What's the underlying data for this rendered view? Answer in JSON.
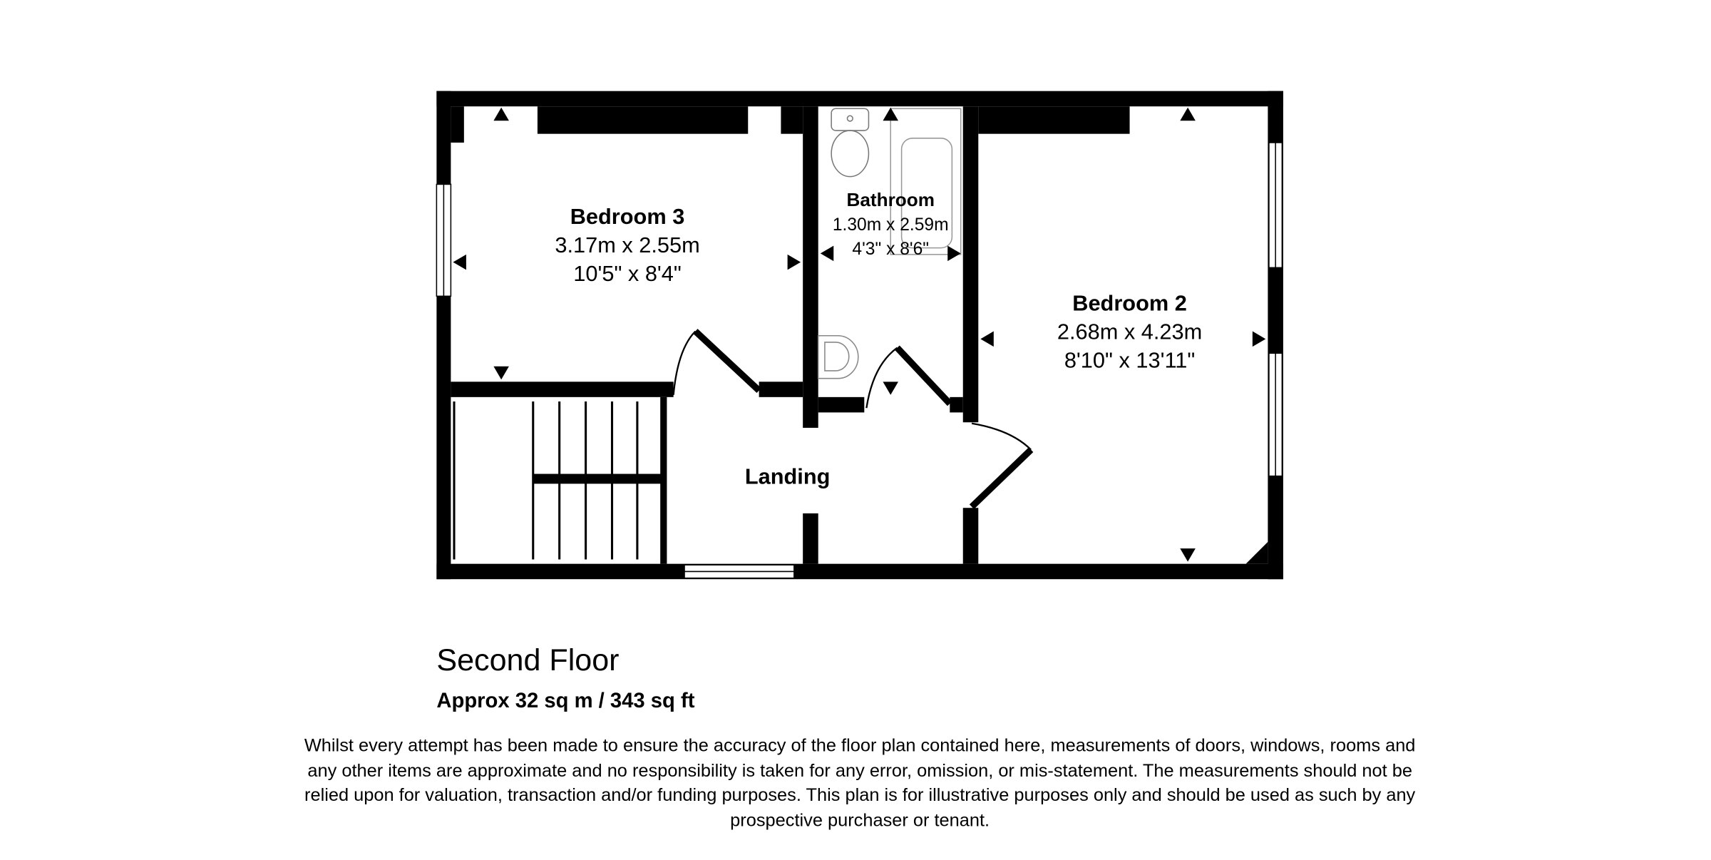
{
  "rooms": {
    "bedroom3": {
      "name": "Bedroom 3",
      "metric": "3.17m x 2.55m",
      "imperial": "10'5\" x 8'4\""
    },
    "bathroom": {
      "name": "Bathroom",
      "metric": "1.30m x 2.59m",
      "imperial": "4'3\" x 8'6\""
    },
    "bedroom2": {
      "name": "Bedroom 2",
      "metric": "2.68m x 4.23m",
      "imperial": "8'10\" x 13'11\""
    },
    "landing": {
      "name": "Landing"
    }
  },
  "floor": {
    "title": "Second Floor",
    "area": "Approx 32 sq m / 343 sq ft"
  },
  "disclaimer": [
    "Whilst every attempt has been made to ensure the accuracy of the floor plan contained here, measurements of doors, windows, rooms and",
    "any other items are approximate and no responsibility is taken for any error, omission, or mis-statement. The measurements should not be",
    "relied upon for valuation, transaction and/or funding purposes. This plan is for illustrative purposes only and should be used as such by any",
    "prospective purchaser or tenant."
  ]
}
